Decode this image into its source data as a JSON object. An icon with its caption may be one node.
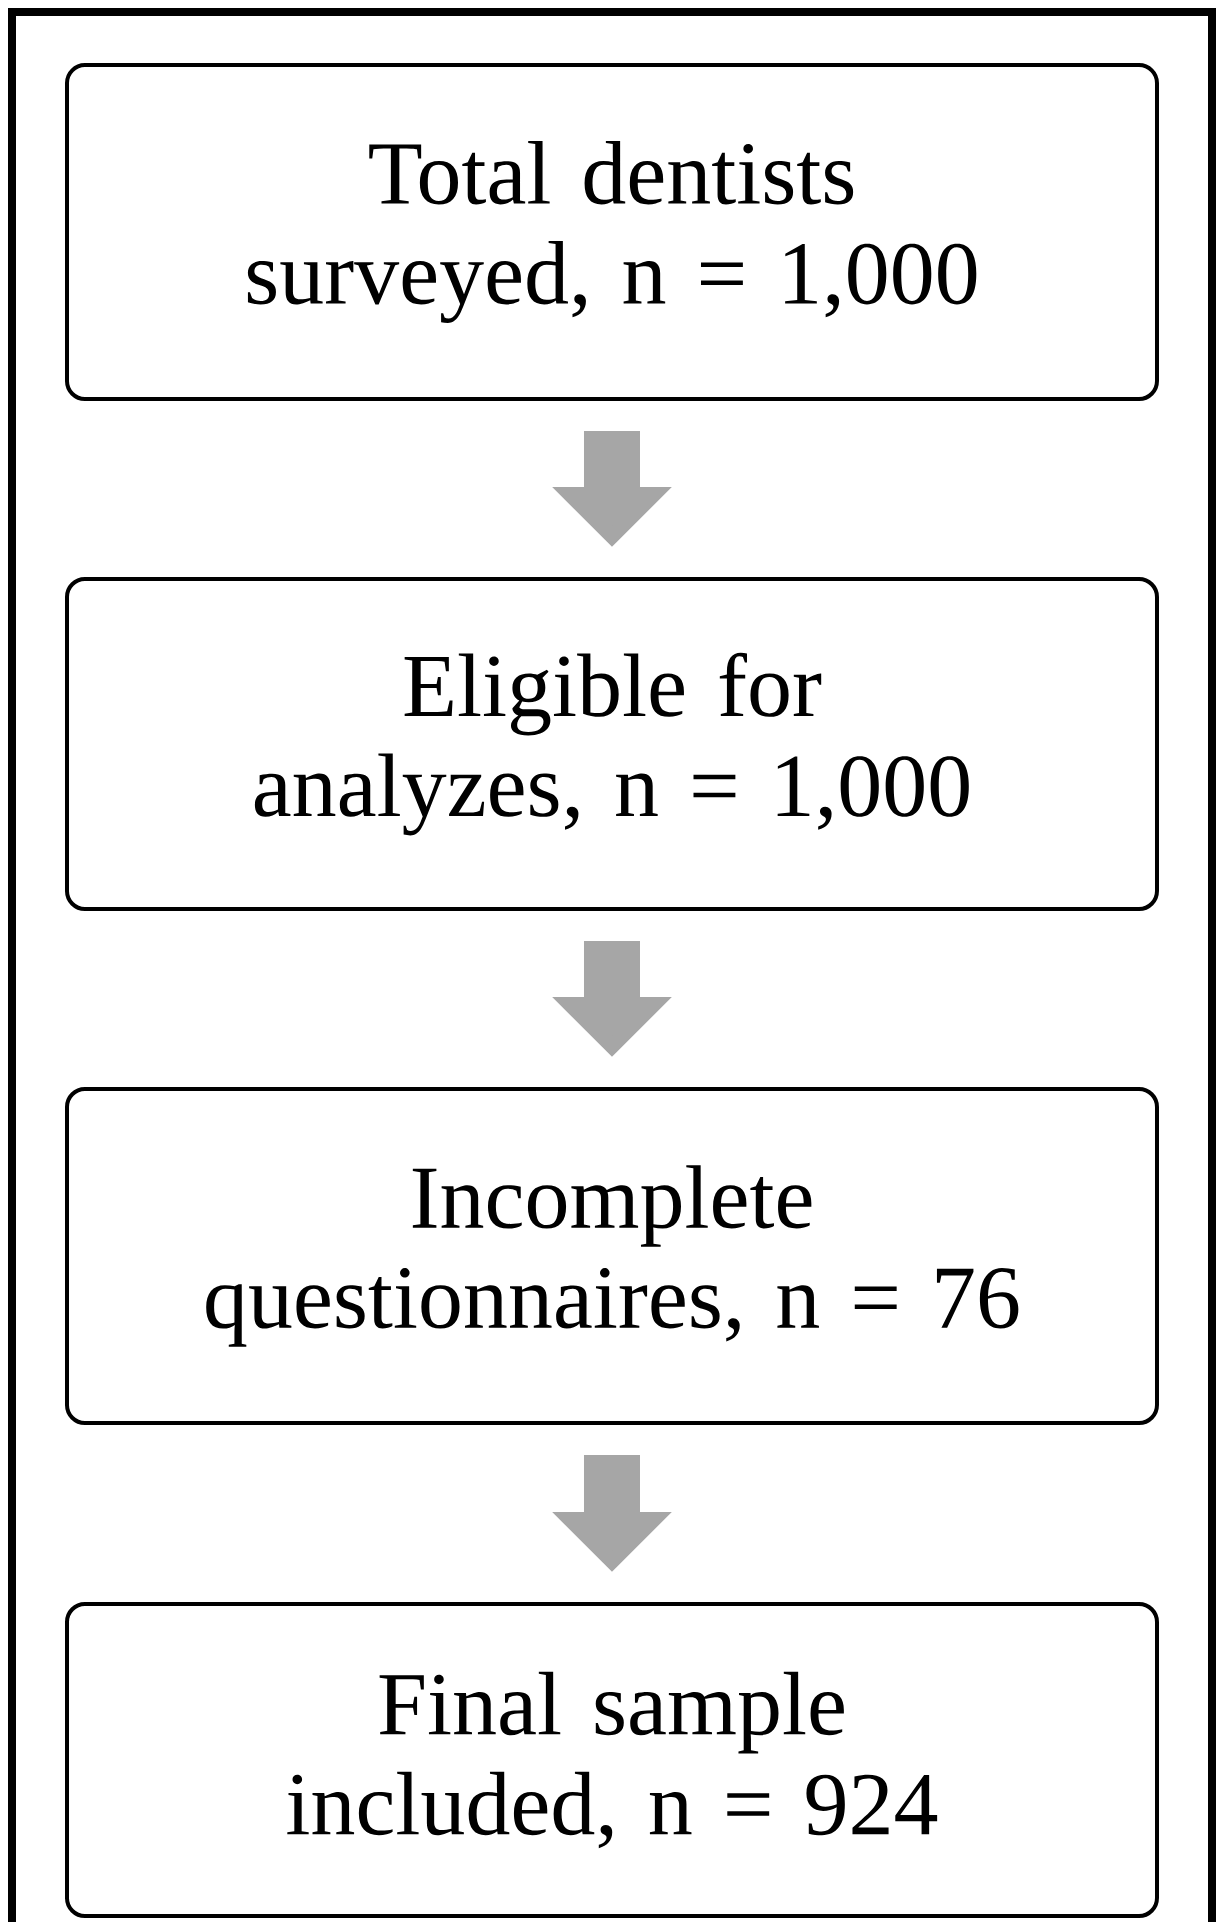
{
  "diagram": {
    "nodes": [
      {
        "text": [
          "Total dentists surveyed, n = 1,000"
        ]
      },
      {
        "text": [
          "Eligible for analyzes, n = 1,000"
        ]
      },
      {
        "text": [
          "Incomplete questionnaires, n = 76"
        ]
      },
      {
        "text": [
          "Final sample included, n = 924"
        ]
      }
    ],
    "edges": [
      {
        "from": 0,
        "to": 1,
        "arrow": "to"
      },
      {
        "from": 1,
        "to": 2,
        "arrow": "to"
      },
      {
        "from": 2,
        "to": 3,
        "arrow": "to"
      }
    ]
  }
}
